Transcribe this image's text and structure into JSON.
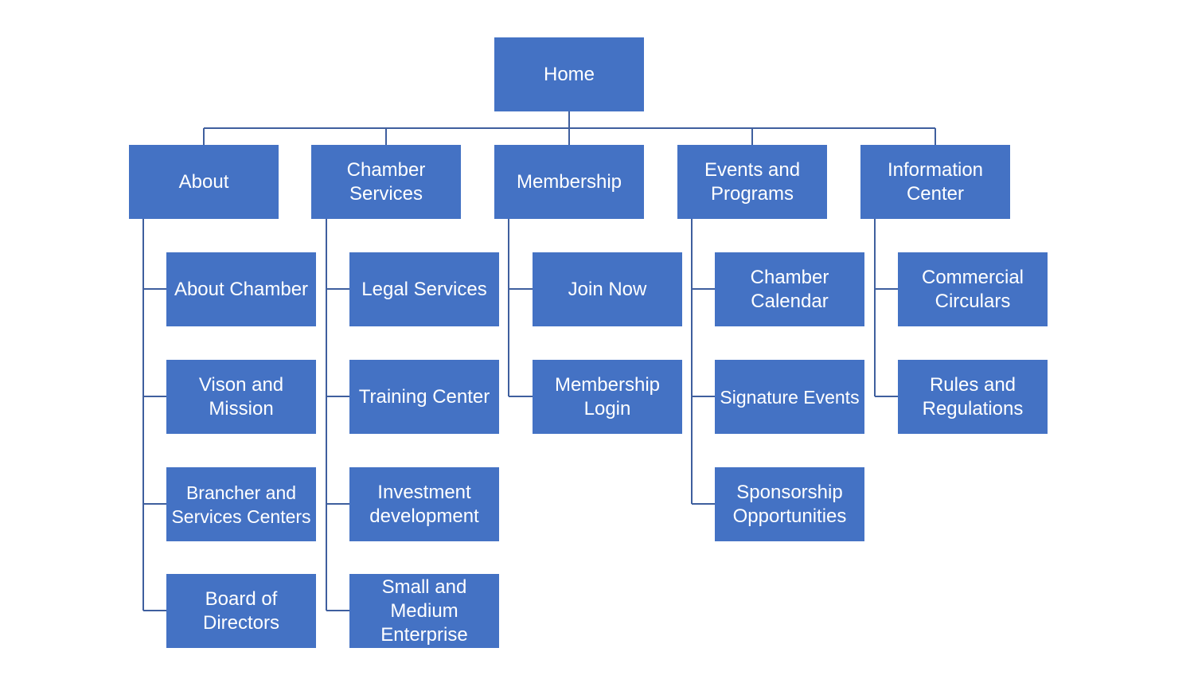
{
  "colors": {
    "node_fill": "#4472C4",
    "node_text": "#FFFFFF",
    "connector": "#3F5F9E"
  },
  "root": {
    "label": "Home"
  },
  "sections": [
    {
      "label": "About",
      "children": [
        {
          "label": "About Chamber"
        },
        {
          "label": "Vison and\nMission"
        },
        {
          "label": "Brancher and\nServices Centers"
        },
        {
          "label": "Board of\nDirectors"
        }
      ]
    },
    {
      "label": "Chamber\nServices",
      "children": [
        {
          "label": "Legal Services"
        },
        {
          "label": "Training Center"
        },
        {
          "label": "Investment\ndevelopment"
        },
        {
          "label": "Small and\nMedium\nEnterprise"
        }
      ]
    },
    {
      "label": "Membership",
      "children": [
        {
          "label": "Join Now"
        },
        {
          "label": "Membership\nLogin"
        }
      ]
    },
    {
      "label": "Events and\nPrograms",
      "children": [
        {
          "label": "Chamber\nCalendar"
        },
        {
          "label": "Signature Events"
        },
        {
          "label": "Sponsorship\nOpportunities"
        }
      ]
    },
    {
      "label": "Information\nCenter",
      "children": [
        {
          "label": "Commercial\nCirculars"
        },
        {
          "label": "Rules and\nRegulations"
        }
      ]
    }
  ]
}
